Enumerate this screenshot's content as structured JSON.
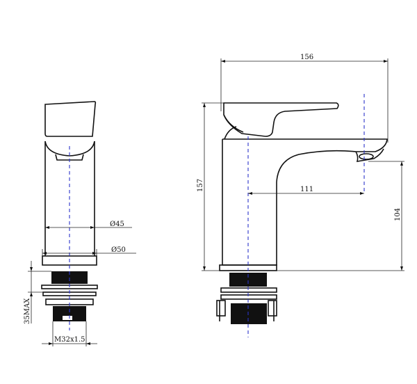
{
  "dimensions": {
    "width_overall": "156",
    "height_overall": "157",
    "spout_reach": "111",
    "spout_height": "104",
    "body_diameter": "Ø45",
    "base_diameter": "Ø50",
    "thread": "M32x1.5",
    "deck_max": "35MAX"
  },
  "colors": {
    "outline": "#111111",
    "centerline": "#2a33c9"
  }
}
